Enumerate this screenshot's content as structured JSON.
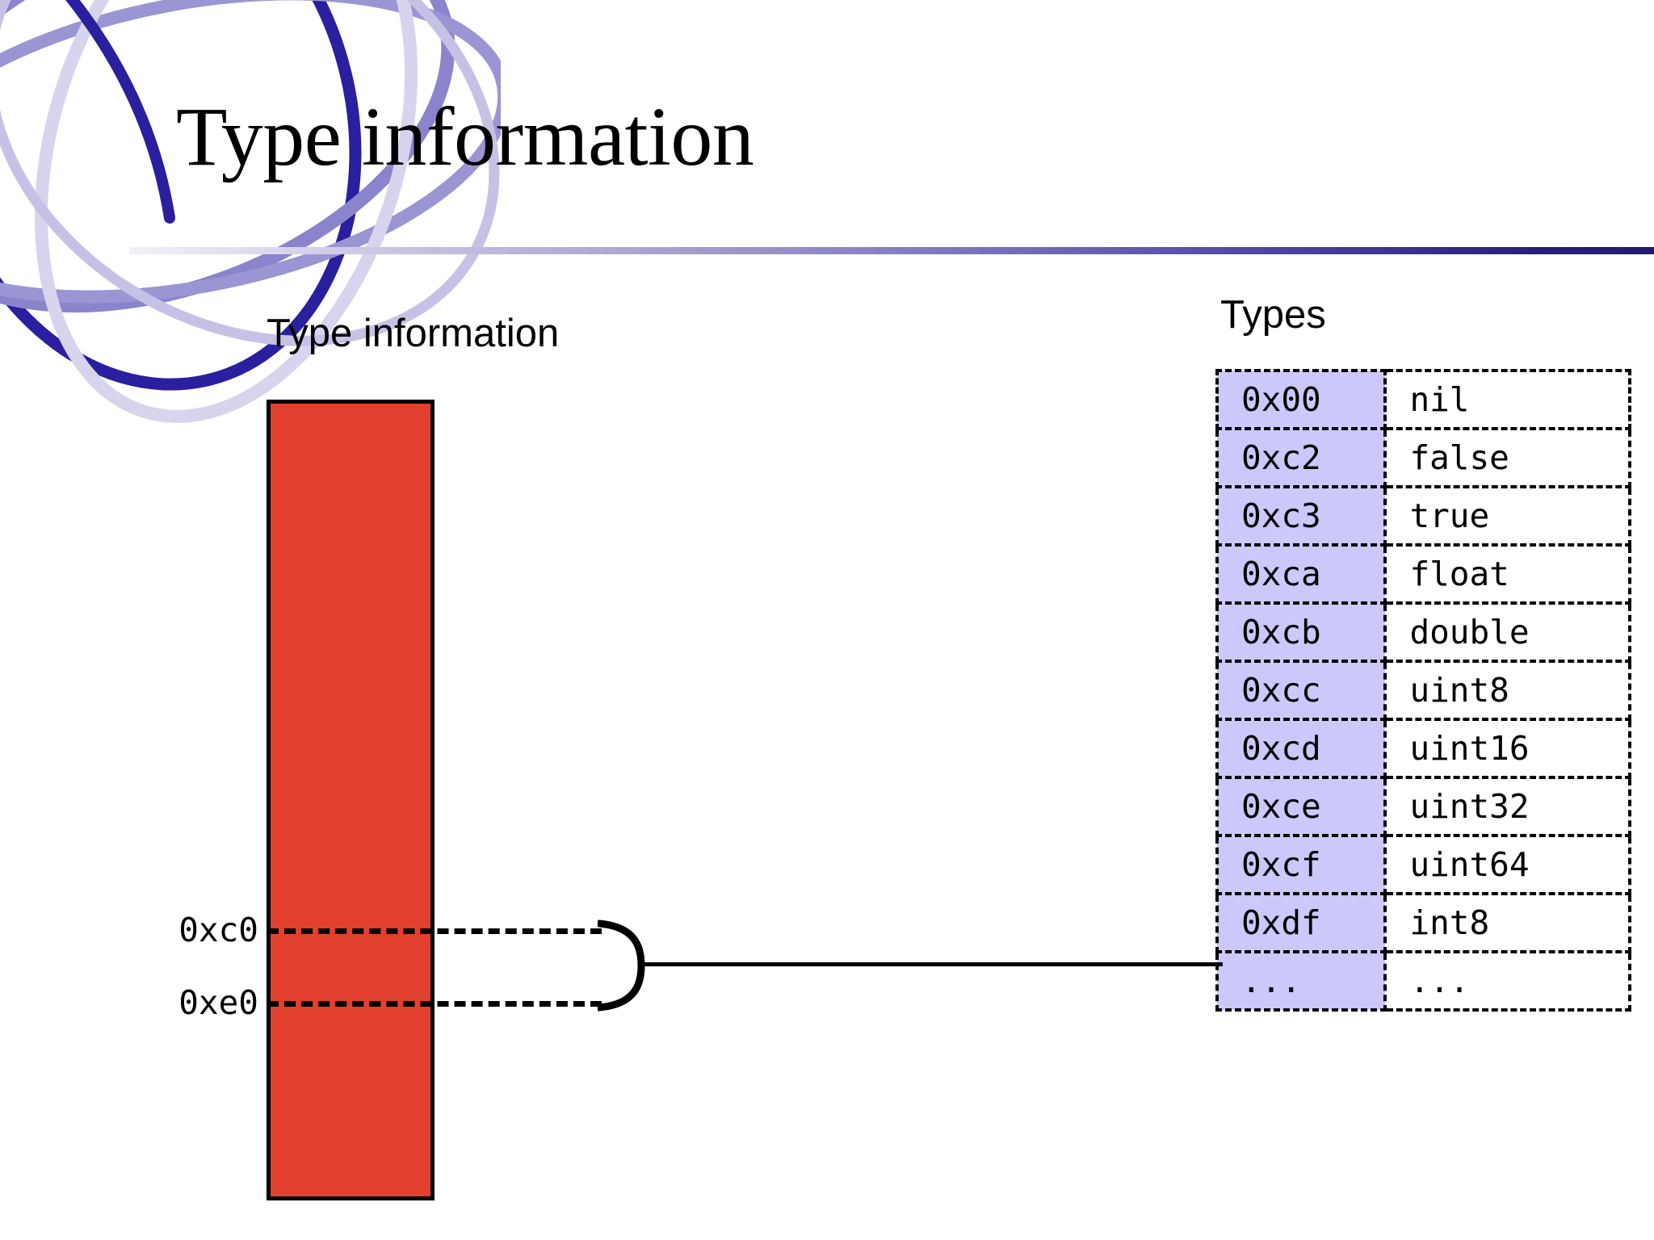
{
  "slide": {
    "title": "Type information",
    "diagram_caption": "Type information",
    "types_heading": "Types"
  },
  "memory": {
    "block_color": "#e2402f",
    "address_labels": [
      {
        "name": "range-start",
        "value": "0xc0"
      },
      {
        "name": "range-end",
        "value": "0xe0"
      }
    ]
  },
  "types_table": {
    "highlight_color": "#ccc8fa",
    "rows": [
      {
        "code": "0x00",
        "name": "nil"
      },
      {
        "code": "0xc2",
        "name": "false"
      },
      {
        "code": "0xc3",
        "name": "true"
      },
      {
        "code": "0xca",
        "name": "float"
      },
      {
        "code": "0xcb",
        "name": "double"
      },
      {
        "code": "0xcc",
        "name": "uint8"
      },
      {
        "code": "0xcd",
        "name": "uint16"
      },
      {
        "code": "0xce",
        "name": "uint32"
      },
      {
        "code": "0xcf",
        "name": "uint64"
      },
      {
        "code": "0xdf",
        "name": "int8"
      },
      {
        "code": "...",
        "name": "..."
      }
    ]
  },
  "theme": {
    "rule_gradient_start": "#f2f1f8",
    "rule_gradient_end": "#231a6e",
    "swirl_dark": "#2a1f9e",
    "swirl_mid": "#7b74c4",
    "swirl_light": "#d7d4ee"
  }
}
